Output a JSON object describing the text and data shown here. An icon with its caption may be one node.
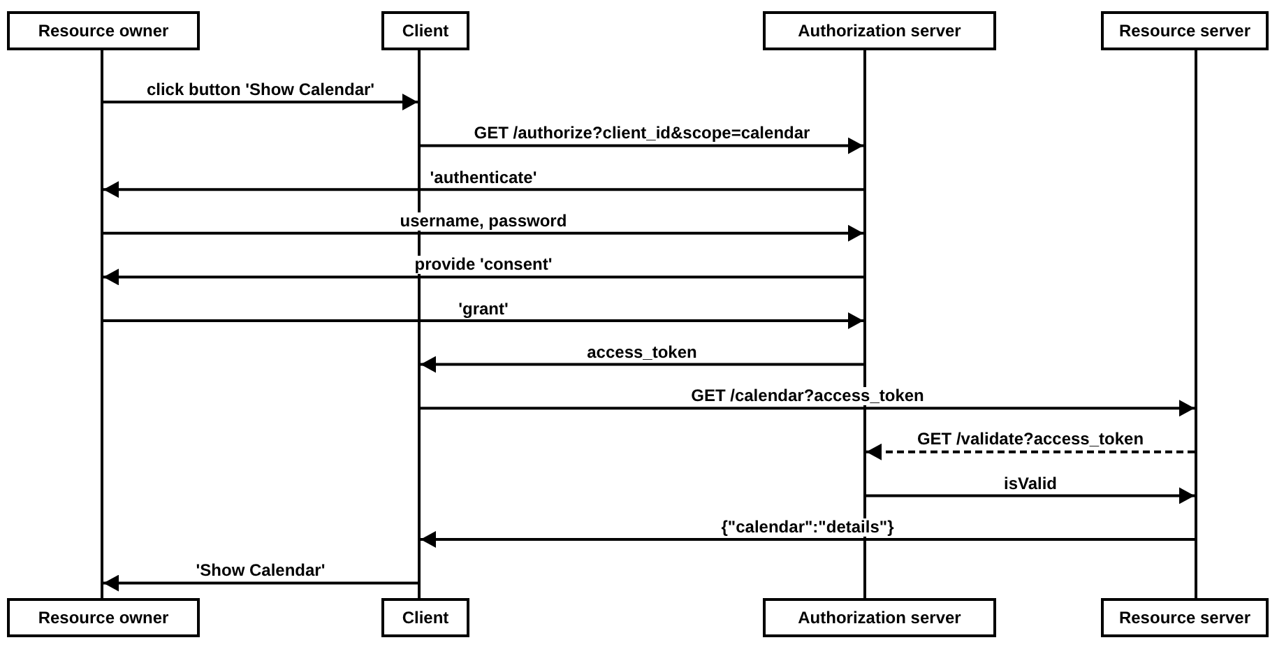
{
  "diagram": {
    "nodes": [
      {
        "text": [
          "Resource owner"
        ]
      },
      {
        "text": [
          "Client"
        ]
      },
      {
        "text": [
          "Authorization server"
        ]
      },
      {
        "text": [
          "Resource server"
        ]
      },
      {
        "text": [],
        "shape": "bar"
      },
      {
        "text": [],
        "shape": "bar"
      },
      {
        "text": [],
        "shape": "bar"
      },
      {
        "text": [],
        "shape": "bar"
      },
      {
        "text": [
          "Resource owner"
        ]
      },
      {
        "text": [
          "Client"
        ]
      },
      {
        "text": [
          "Authorization server"
        ]
      },
      {
        "text": [
          "Resource server"
        ]
      }
    ],
    "edges": [
      {
        "from": 4,
        "to": 5,
        "arrow": "to",
        "label": "click button 'Show Calendar'"
      },
      {
        "from": 5,
        "to": 6,
        "arrow": "to",
        "label": "GET /authorize?client_id&scope=calendar"
      },
      {
        "from": 6,
        "to": 4,
        "arrow": "to",
        "label": "'authenticate'"
      },
      {
        "from": 4,
        "to": 6,
        "arrow": "to",
        "label": "username, password"
      },
      {
        "from": 6,
        "to": 4,
        "arrow": "to",
        "label": "provide 'consent'"
      },
      {
        "from": 4,
        "to": 6,
        "arrow": "to",
        "label": "'grant'"
      },
      {
        "from": 6,
        "to": 5,
        "arrow": "to",
        "label": "access_token"
      },
      {
        "from": 5,
        "to": 7,
        "arrow": "to",
        "label": "GET /calendar?access_token"
      },
      {
        "from": 7,
        "to": 6,
        "arrow": "to",
        "label": "GET /validate?access_token",
        "style": "dashed"
      },
      {
        "from": 6,
        "to": 7,
        "arrow": "to",
        "label": "isValid"
      },
      {
        "from": 7,
        "to": 5,
        "arrow": "to",
        "label": "{\"calendar\":\"details\"}"
      },
      {
        "from": 5,
        "to": 4,
        "arrow": "to",
        "label": "'Show Calendar'"
      }
    ]
  }
}
